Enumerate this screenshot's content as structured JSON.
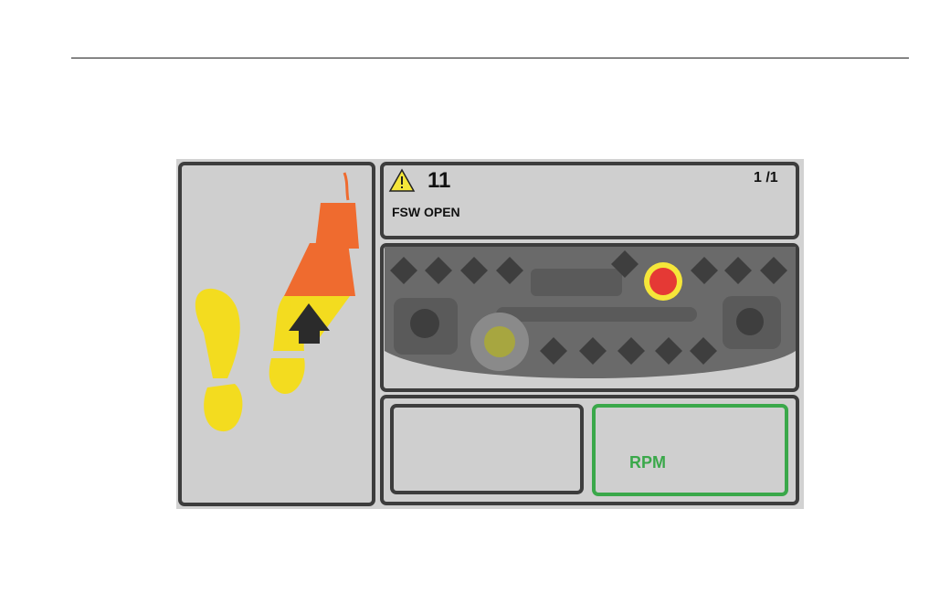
{
  "alarm": {
    "code": "11",
    "page": "1 /1",
    "message": "FSW OPEN",
    "icon": "warning-triangle-icon"
  },
  "rpm": {
    "label": "RPM",
    "icon": "engine-rpm-icon"
  },
  "icons": {
    "slow_speed": "snail-icon",
    "foot_switch": "foot-pedal-icon",
    "footprints": "footprints-icon",
    "emergency_stop": "emergency-stop-icon"
  },
  "colors": {
    "alarm_accent": "#f5e63a",
    "rpm_accent": "#3aa84a",
    "pedal": "#ef6b2f",
    "footprint": "#f3dc1f",
    "estop_red": "#e53935"
  }
}
